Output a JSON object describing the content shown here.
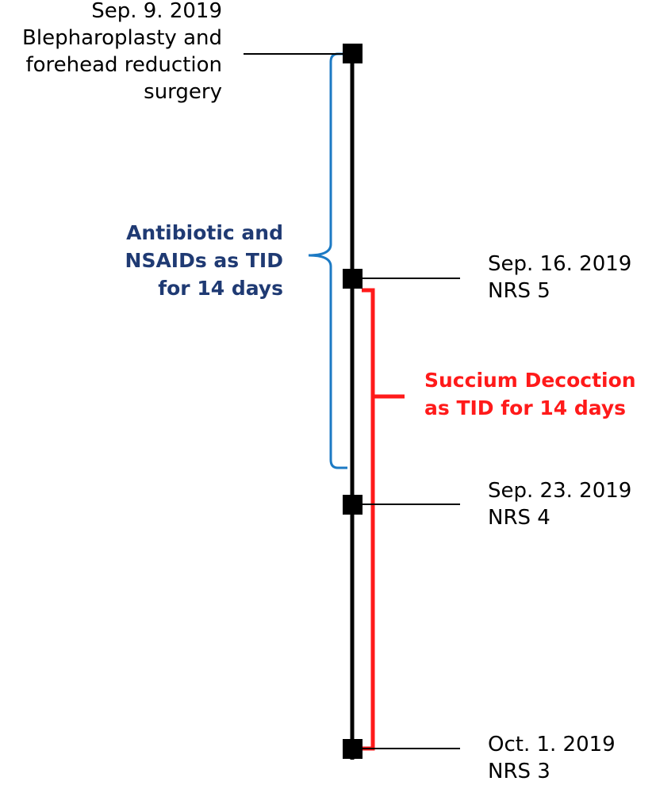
{
  "events": [
    {
      "date": "Sep. 9. 2019",
      "lines": [
        "Blepharoplasty and",
        "forehead reduction",
        "surgery"
      ]
    },
    {
      "date": "Sep. 16. 2019",
      "lines": [
        "NRS 5"
      ]
    },
    {
      "date": "Sep. 23. 2019",
      "lines": [
        "NRS 4"
      ]
    },
    {
      "date": "Oct. 1. 2019",
      "lines": [
        "NRS 3"
      ]
    }
  ],
  "treatments": {
    "antibiotic": {
      "lines": [
        "Antibiotic and",
        "NSAIDs as TID",
        "for 14 days"
      ],
      "color": "#1f3a73",
      "bracket_color": "#1c7ac4"
    },
    "succium": {
      "lines": [
        "Succium Decoction",
        "as TID for 14 days"
      ],
      "color": "#ff1a1a",
      "bracket_color": "#ff1a1a"
    }
  },
  "colors": {
    "axis": "#000000",
    "text": "#000000"
  }
}
